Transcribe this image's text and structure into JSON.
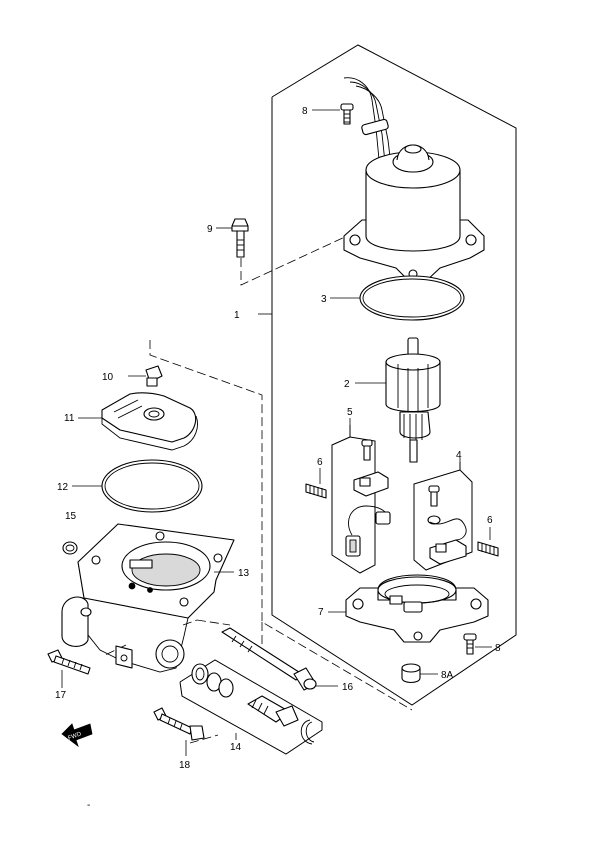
{
  "callouts": [
    {
      "id": "c8a",
      "text": "8"
    },
    {
      "id": "c9",
      "text": "9"
    },
    {
      "id": "c1",
      "text": "1"
    },
    {
      "id": "c3",
      "text": "3"
    },
    {
      "id": "c2",
      "text": "2"
    },
    {
      "id": "c5",
      "text": "5"
    },
    {
      "id": "c4",
      "text": "4"
    },
    {
      "id": "c6a",
      "text": "6"
    },
    {
      "id": "c6b",
      "text": "6"
    },
    {
      "id": "c7",
      "text": "7"
    },
    {
      "id": "c8b",
      "text": "8"
    },
    {
      "id": "c8A",
      "text": "8A"
    },
    {
      "id": "c10",
      "text": "10"
    },
    {
      "id": "c11",
      "text": "11"
    },
    {
      "id": "c12",
      "text": "12"
    },
    {
      "id": "c15",
      "text": "15"
    },
    {
      "id": "c13",
      "text": "13"
    },
    {
      "id": "c17",
      "text": "17"
    },
    {
      "id": "c16",
      "text": "16"
    },
    {
      "id": "c14",
      "text": "14"
    },
    {
      "id": "c18",
      "text": "18"
    }
  ],
  "direction_tag": "FWD",
  "footer_mark": "-"
}
